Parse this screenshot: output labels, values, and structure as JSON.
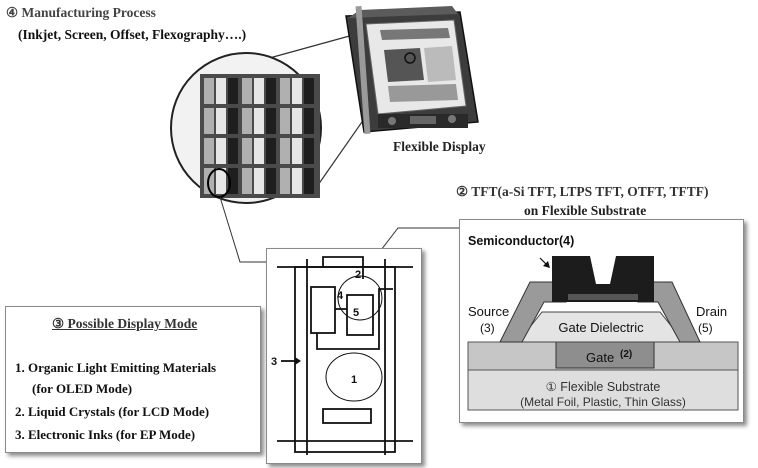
{
  "manufacturing": {
    "title": "④ Manufacturing  Process",
    "subtitle": "(Inkjet, Screen, Offset, Flexography….)"
  },
  "flexible_display": {
    "label": "Flexible Display"
  },
  "tft": {
    "title": "② TFT(a-Si TFT, LTPS TFT, OTFT, TFTF)",
    "subtitle": "on Flexible Substrate",
    "semiconductor": "Semiconductor(4)",
    "source": "Source",
    "source_num": "(3)",
    "drain": "Drain",
    "drain_num": "(5)",
    "gate_dielectric": "Gate Dielectric",
    "gate": "Gate",
    "gate_num": "(2)",
    "substrate": "① Flexible Substrate",
    "substrate_materials": "(Metal Foil, Plastic, Thin Glass)"
  },
  "display_mode": {
    "title": "③ Possible Display Mode",
    "items": [
      "1. Organic Light Emitting Materials",
      "(for OLED Mode)",
      "2. Liquid Crystals (for LCD Mode)",
      "3. Electronic Inks (for EP Mode)"
    ]
  },
  "circuit": {
    "labels": [
      "2",
      "4",
      "5",
      "3",
      "1"
    ]
  }
}
